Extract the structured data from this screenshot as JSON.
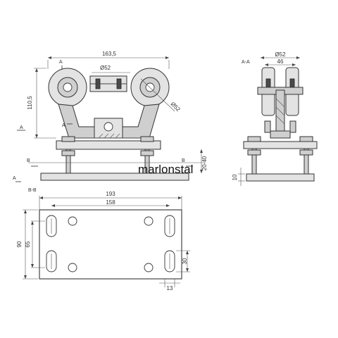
{
  "dimensions": {
    "top_width": "163,5",
    "height": "110,5",
    "wheel_dia_front": "Ø52",
    "wheel_dia_side": "Ø52",
    "wheel_dia_angled": "Ø52",
    "side_width": "46",
    "range": "20-40",
    "side_plate_thickness": "10",
    "plate_width": "193",
    "hole_spacing": "158",
    "plate_height": "90",
    "hole_spacing_vertical": "65",
    "slot_length": "30",
    "edge_offset": "13"
  },
  "section_labels": {
    "a_top_left": "A",
    "a_left_mid": "A",
    "a_inner": "A",
    "b_left": "B",
    "a_left_low": "A",
    "b_right": "B",
    "section_aa": "A-A",
    "section_bb": "B-B"
  },
  "brand": {
    "text": "marlonstal"
  }
}
